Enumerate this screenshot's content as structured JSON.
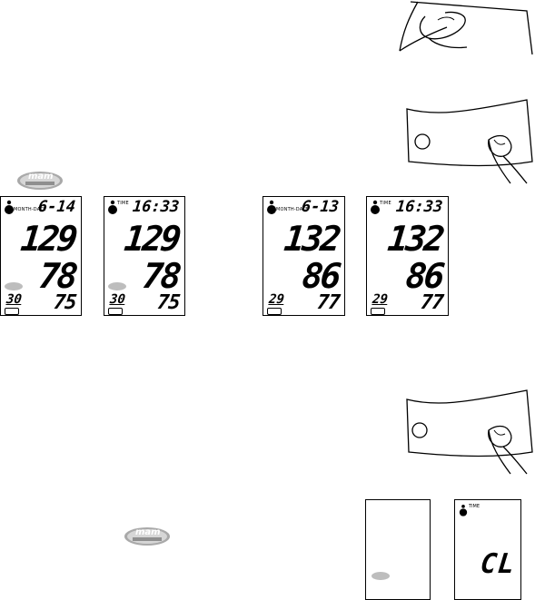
{
  "logo": {
    "text": "mam"
  },
  "displays": [
    {
      "top": "6-14",
      "label": "MONTH-DATE",
      "sys": "129",
      "dia": "78",
      "pulse": "75",
      "memory": "30",
      "mam_indicator": true
    },
    {
      "top": "16:33",
      "label": "TIME",
      "sys": "129",
      "dia": "78",
      "pulse": "75",
      "memory": "30",
      "mam_indicator": true
    },
    {
      "top": "6-13",
      "label": "MONTH-DATE",
      "sys": "132",
      "dia": "86",
      "pulse": "77",
      "memory": "29",
      "mam_indicator": false
    },
    {
      "top": "16:33",
      "label": "TIME",
      "sys": "132",
      "dia": "86",
      "pulse": "77",
      "memory": "29",
      "mam_indicator": false
    }
  ],
  "clear_screen": {
    "label": "TIME",
    "text": "CL"
  }
}
